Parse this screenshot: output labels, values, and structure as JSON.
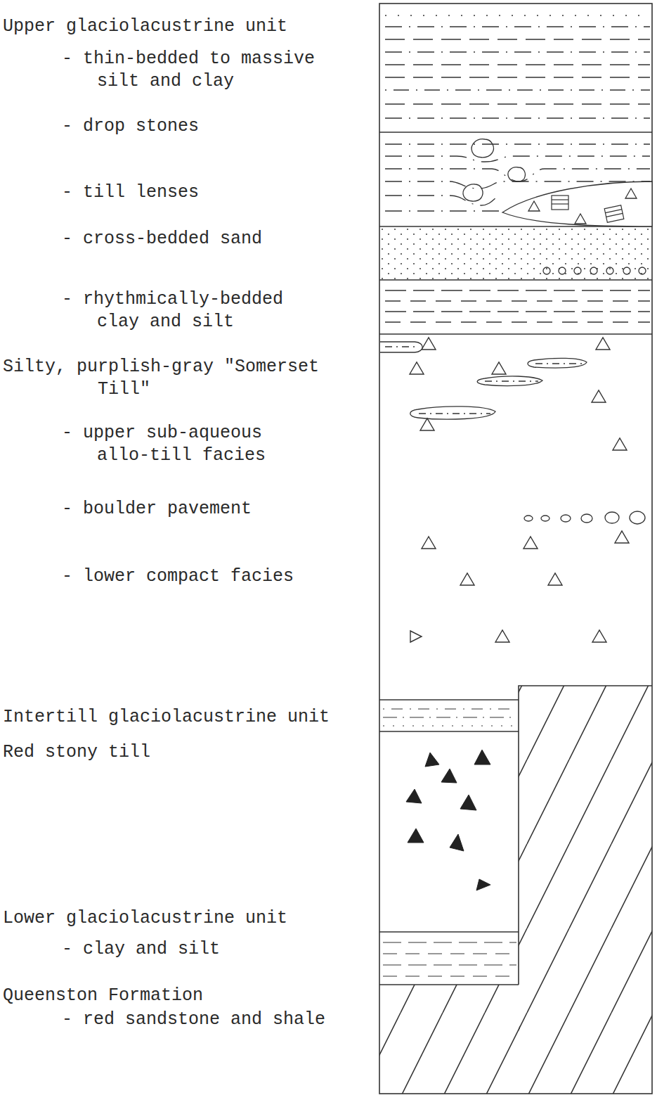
{
  "diagram": {
    "labels": [
      "Upper glaciolacustrine unit",
      "- thin-bedded to massive silt and clay",
      "- drop stones",
      "- till lenses",
      "- cross-bedded sand",
      "- rhythmically-bedded clay and silt",
      "Silty, purplish-gray \"Somerset Till\"",
      "- upper sub-aqueous allo-till facies",
      "- boulder pavement",
      "- lower compact facies",
      "Intertill glaciolacustrine unit",
      "Red stony till",
      "Lower glaciolacustrine unit",
      "- clay and silt",
      "Queenston Formation",
      "- red sandstone and shale"
    ]
  }
}
